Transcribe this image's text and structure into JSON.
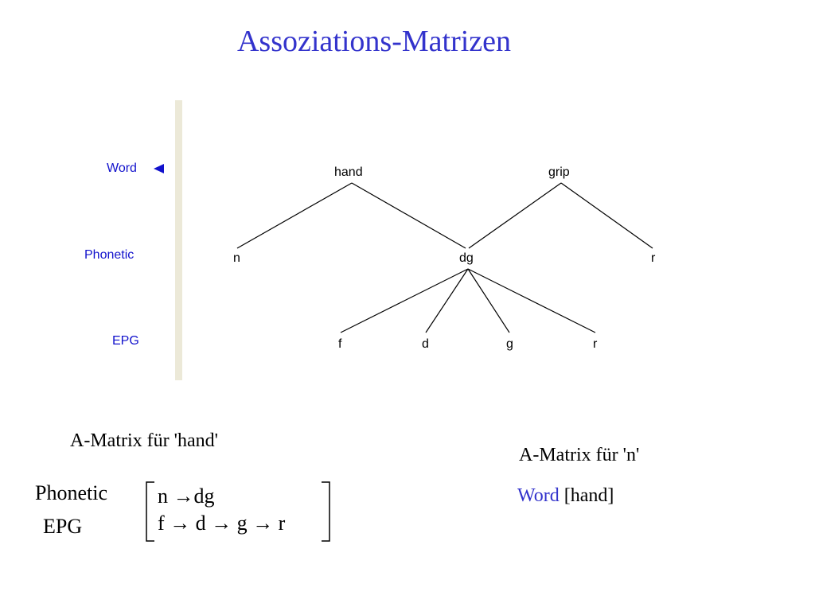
{
  "title": "Assoziations-Matrizen",
  "tiers": {
    "word": "Word",
    "phonetic": "Phonetic",
    "epg": "EPG"
  },
  "tree": {
    "word_nodes": [
      "hand",
      "grip"
    ],
    "phonetic_nodes": [
      "n",
      "dg",
      "r"
    ],
    "epg_nodes": [
      "f",
      "d",
      "g",
      "r"
    ]
  },
  "matrix_hand": {
    "caption": "A-Matrix für 'hand'",
    "row_labels": [
      "Phonetic",
      "EPG"
    ],
    "rows": [
      [
        "n",
        "→",
        "dg"
      ],
      [
        "f",
        "→",
        "d",
        "→",
        "g",
        "→",
        "r"
      ]
    ]
  },
  "matrix_n": {
    "caption": "A-Matrix für 'n'",
    "label": "Word",
    "value": "[hand]"
  },
  "colors": {
    "accent": "#3333cc",
    "tier_label": "#1111cc"
  }
}
